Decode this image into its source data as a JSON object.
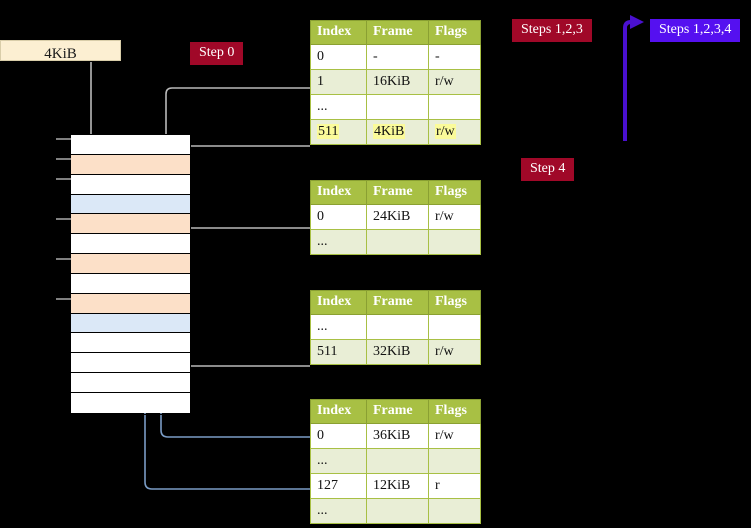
{
  "diagram": {
    "title_badges": [
      {
        "id": "steps-123",
        "label": "Steps 1,2,3",
        "color": "#a00828",
        "style": "red"
      },
      {
        "id": "steps-1234",
        "label": "Steps 1,2,3,4",
        "color": "#5510f0",
        "style": "purple"
      },
      {
        "id": "step-0",
        "label": "Step 0",
        "color": "#a00828",
        "style": "red"
      },
      {
        "id": "step-4",
        "label": "Step 4",
        "color": "#a00828",
        "style": "red"
      }
    ],
    "memory_label": "4KiB",
    "arrow_colors": {
      "connector_gray": "#b3b3b3",
      "connector_blue": "#7a9cc6",
      "bracket_purple": "#4a10d0"
    },
    "memory_rows": [
      {
        "fill": "white"
      },
      {
        "fill": "orange"
      },
      {
        "fill": "white"
      },
      {
        "fill": "blue"
      },
      {
        "fill": "orange"
      },
      {
        "fill": "white"
      },
      {
        "fill": "orange"
      },
      {
        "fill": "white"
      },
      {
        "fill": "orange"
      },
      {
        "fill": "blue"
      },
      {
        "fill": "white"
      },
      {
        "fill": "white"
      },
      {
        "fill": "white"
      },
      {
        "fill": "white"
      }
    ]
  },
  "tables": [
    {
      "id": "pml4-table",
      "name": "page-table-level-1",
      "headers": [
        "Index",
        "Frame",
        "Flags"
      ],
      "rows": [
        {
          "tint": "white",
          "cells": [
            "0",
            "-",
            "-"
          ],
          "highlight": false
        },
        {
          "tint": "tint",
          "cells": [
            "1",
            "16KiB",
            "r/w"
          ],
          "highlight": false
        },
        {
          "tint": "white",
          "cells": [
            "...",
            "",
            ""
          ],
          "highlight": false
        },
        {
          "tint": "tint",
          "cells": [
            "511",
            "4KiB",
            "r/w"
          ],
          "highlight": true
        }
      ]
    },
    {
      "id": "pdpt-table",
      "name": "page-table-level-2",
      "headers": [
        "Index",
        "Frame",
        "Flags"
      ],
      "rows": [
        {
          "tint": "white",
          "cells": [
            "0",
            "24KiB",
            "r/w"
          ],
          "highlight": false
        },
        {
          "tint": "tint",
          "cells": [
            "...",
            "",
            ""
          ],
          "highlight": false
        }
      ]
    },
    {
      "id": "pd-table",
      "name": "page-table-level-3",
      "headers": [
        "Index",
        "Frame",
        "Flags"
      ],
      "rows": [
        {
          "tint": "white",
          "cells": [
            "...",
            "",
            ""
          ],
          "highlight": false
        },
        {
          "tint": "tint",
          "cells": [
            "511",
            "32KiB",
            "r/w"
          ],
          "highlight": false
        }
      ]
    },
    {
      "id": "pt-table",
      "name": "page-table-level-4",
      "headers": [
        "Index",
        "Frame",
        "Flags"
      ],
      "rows": [
        {
          "tint": "white",
          "cells": [
            "0",
            "36KiB",
            "r/w"
          ],
          "highlight": false
        },
        {
          "tint": "tint",
          "cells": [
            "...",
            "",
            ""
          ],
          "highlight": false
        },
        {
          "tint": "white",
          "cells": [
            "127",
            "12KiB",
            "r"
          ],
          "highlight": false
        },
        {
          "tint": "tint",
          "cells": [
            "...",
            "",
            ""
          ],
          "highlight": false
        }
      ]
    }
  ]
}
